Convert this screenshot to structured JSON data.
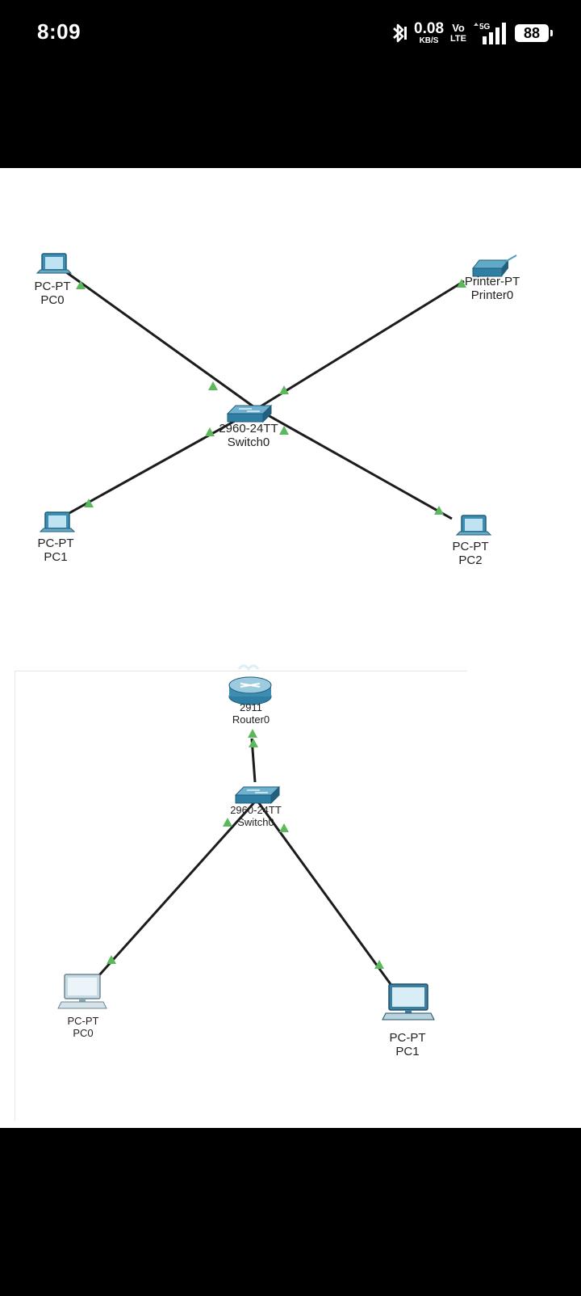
{
  "status_bar": {
    "time": "8:09",
    "speed_value": "0.08",
    "speed_unit": "KB/S",
    "volte_top": "Vo",
    "volte_bottom": "LTE",
    "network": "5G",
    "battery": "88",
    "icons": [
      "bluetooth-icon",
      "signal-icon",
      "battery-icon"
    ]
  },
  "diagram_top": {
    "switch": {
      "model": "2960-24TT",
      "name": "Switch0"
    },
    "pc0": {
      "model": "PC-PT",
      "name": "PC0"
    },
    "printer0": {
      "model": "Printer-PT",
      "name": "Printer0"
    },
    "pc1": {
      "model": "PC-PT",
      "name": "PC1"
    },
    "pc2": {
      "model": "PC-PT",
      "name": "PC2"
    }
  },
  "diagram_bottom": {
    "router": {
      "model": "2911",
      "name": "Router0"
    },
    "switch": {
      "model": "2960-24TT",
      "name": "Switch0"
    },
    "pc0": {
      "model": "PC-PT",
      "name": "PC0"
    },
    "pc1": {
      "model": "PC-PT",
      "name": "PC1"
    }
  },
  "colors": {
    "link": "#1c1c1c",
    "link_status_up": "#5cb85c",
    "device": "#3a87a8"
  }
}
